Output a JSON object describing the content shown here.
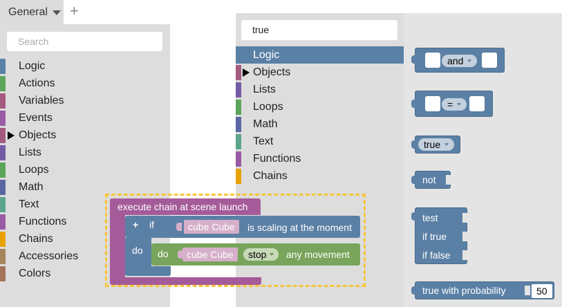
{
  "tab": {
    "label": "General",
    "add": "+"
  },
  "toolbox": {
    "search_placeholder": "Search",
    "categories": [
      {
        "label": "Logic",
        "color": "#5b80a5"
      },
      {
        "label": "Actions",
        "color": "#5ba55b"
      },
      {
        "label": "Variables",
        "color": "#a55b80"
      },
      {
        "label": "Events",
        "color": "#995ba5"
      },
      {
        "label": "Objects",
        "color": "#a55b80",
        "expandable": true
      },
      {
        "label": "Lists",
        "color": "#745ba5"
      },
      {
        "label": "Loops",
        "color": "#5ba55b"
      },
      {
        "label": "Math",
        "color": "#5b67a5"
      },
      {
        "label": "Text",
        "color": "#5ba58c"
      },
      {
        "label": "Functions",
        "color": "#995ba5"
      },
      {
        "label": "Chains",
        "color": "#e8a200"
      },
      {
        "label": "Accessories",
        "color": "#a5865b"
      },
      {
        "label": "Colors",
        "color": "#a5745b"
      }
    ]
  },
  "flyout": {
    "search_value": "true",
    "categories": [
      {
        "label": "Logic",
        "color": "#5b80a5",
        "selected": true
      },
      {
        "label": "Objects",
        "color": "#a55b80",
        "expandable": true
      },
      {
        "label": "Lists",
        "color": "#745ba5"
      },
      {
        "label": "Loops",
        "color": "#5ba55b"
      },
      {
        "label": "Math",
        "color": "#5b67a5"
      },
      {
        "label": "Text",
        "color": "#5ba58c"
      },
      {
        "label": "Functions",
        "color": "#995ba5"
      },
      {
        "label": "Chains",
        "color": "#e8a200"
      }
    ]
  },
  "palette": {
    "and_label": "and",
    "eq_label": "=",
    "true_label": "true",
    "not_label": "not",
    "ternary": {
      "test": "test",
      "if_true": "if true",
      "if_false": "if false"
    },
    "probability": {
      "label": "true with probability",
      "value": "50"
    }
  },
  "workspace": {
    "hat_label": "execute chain at scene launch",
    "if_plus": "+",
    "if_label": "if",
    "do_label": "do",
    "if_cube": "cube Cube",
    "if_condition": "is scaling at the moment",
    "do_inner": "do",
    "do_cube": "cube Cube",
    "stop_option": "stop",
    "do_action": "any movement"
  }
}
